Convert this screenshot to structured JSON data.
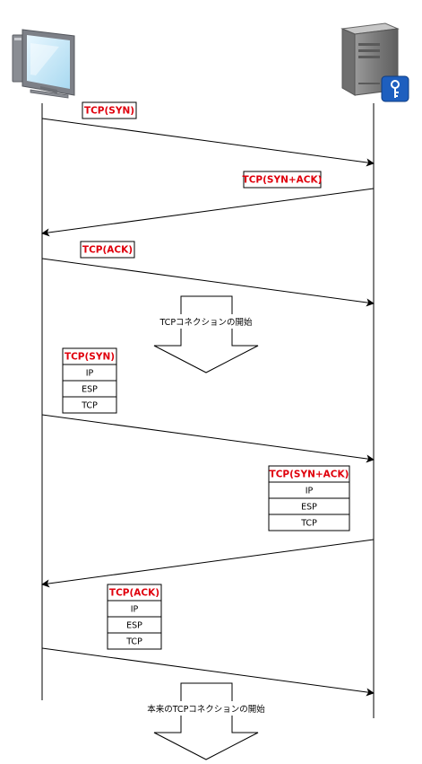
{
  "colors": {
    "label_red": "#e0000c",
    "line": "#000000",
    "client_frame": "#7d8087",
    "client_screen": "#c6eafa",
    "server_body": "#8c8c8c",
    "key_badge": "#1e5fbf"
  },
  "icons": {
    "client": "desktop-computer-icon",
    "server": "server-tower-icon",
    "key": "key-icon"
  },
  "messages": [
    {
      "label": "TCP(SYN)",
      "direction": "client-to-server"
    },
    {
      "label": "TCP(SYN+ACK)",
      "direction": "server-to-client"
    },
    {
      "label": "TCP(ACK)",
      "direction": "client-to-server"
    },
    {
      "label": "TCP(SYN)",
      "direction": "client-to-server"
    },
    {
      "label": "TCP(SYN+ACK)",
      "direction": "server-to-client"
    },
    {
      "label": "TCP(ACK)",
      "direction": "client-to-server"
    }
  ],
  "packet_layers": [
    "IP",
    "ESP",
    "TCP"
  ],
  "notes": [
    "TCPコネクションの開始",
    "本来のTCPコネクションの開始"
  ]
}
